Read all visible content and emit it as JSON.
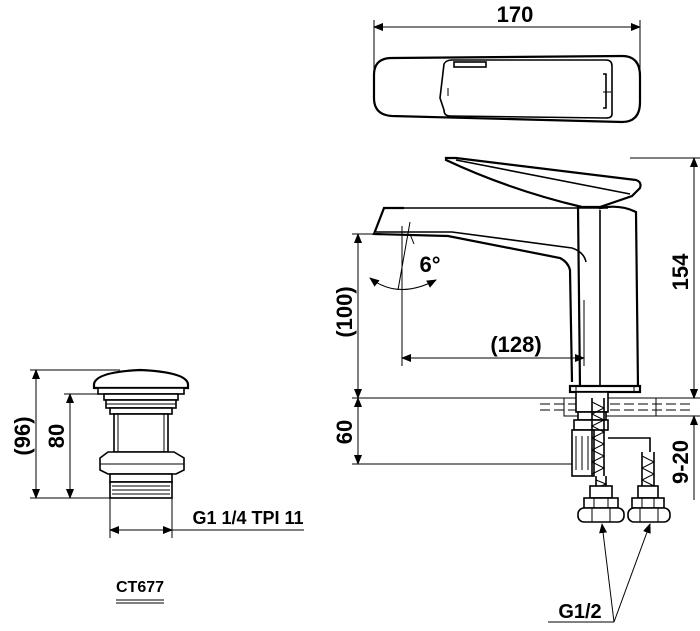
{
  "dimensions": {
    "top_width": "170",
    "total_height": "154",
    "spout_height": "(100)",
    "spout_reach": "(128)",
    "lever_angle": "6°",
    "shank_length": "60",
    "deck_thickness": "9-20",
    "connection_thread": "G1/2",
    "drain_total_height": "(96)",
    "drain_body_height": "80",
    "drain_thread": "G1 1/4 TPI 11"
  },
  "drain": {
    "model": "CT677"
  }
}
